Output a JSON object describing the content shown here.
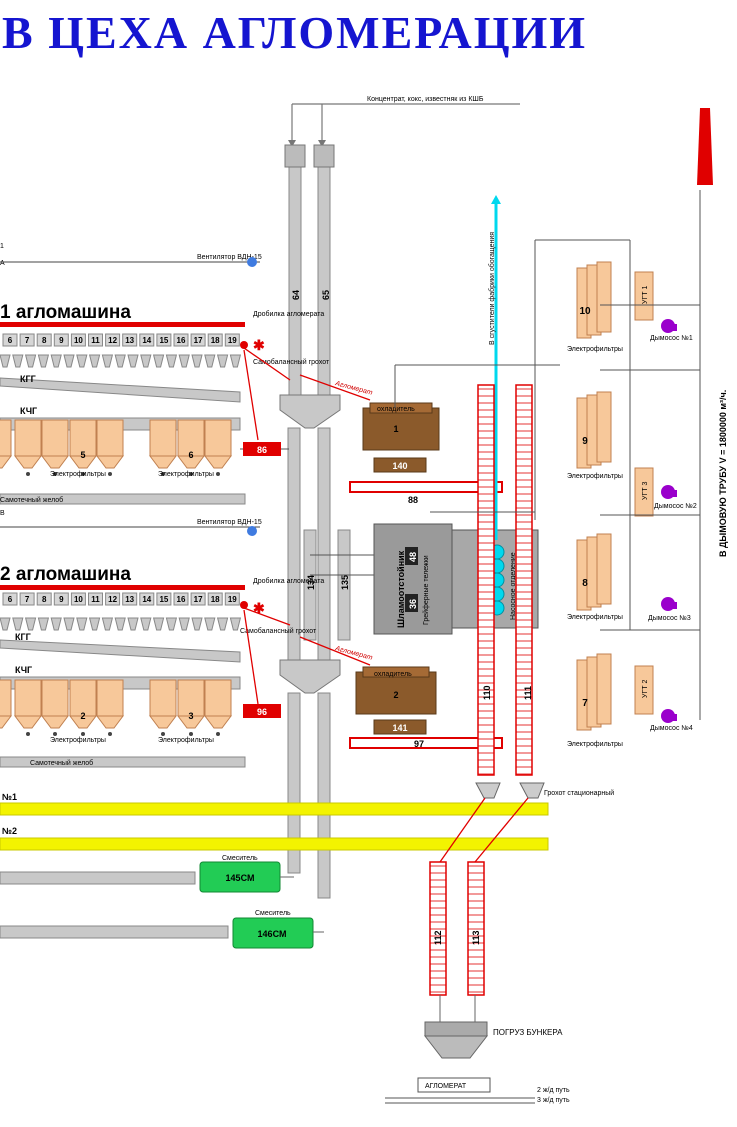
{
  "title": "В ЦЕХА АГЛОМЕРАЦИИ",
  "top_feed_label": "Концентрат, кокс, известняк из КШБ",
  "machines": [
    {
      "title": "1 агломашина",
      "fan": "Вентилятор ВДН-15",
      "crusher": "Дробилка агломерата",
      "screen": "Самобалансный грохот",
      "kgg": "КГГ",
      "kchg": "КЧГ",
      "electrofilters": [
        "Электрофильтры",
        "Электрофильтры"
      ],
      "filter_nums": [
        "5",
        "6"
      ],
      "chute": "Самотечный желоб",
      "drum": "86",
      "slots": [
        "6",
        "7",
        "8",
        "9",
        "10",
        "11",
        "12",
        "13",
        "14",
        "15",
        "16",
        "17",
        "18",
        "19"
      ]
    },
    {
      "title": "2 агломашина",
      "fan": "Вентилятор ВДН-15",
      "crusher": "Дробилка агломерата",
      "screen": "Самобалансный грохот",
      "kgg": "КГГ",
      "kchg": "КЧГ",
      "electrofilters": [
        "Электрофильтры",
        "Электрофильтры"
      ],
      "filter_nums": [
        "2",
        "3"
      ],
      "chute": "Самотечный желоб",
      "drum": "96",
      "slots": [
        "6",
        "7",
        "8",
        "9",
        "10",
        "11",
        "12",
        "13",
        "14",
        "15",
        "16",
        "17",
        "18",
        "19"
      ]
    }
  ],
  "partial_labels": [
    "1",
    "А",
    "В"
  ],
  "agglomerate_label": "Агломерат",
  "coolers": [
    {
      "label": "охладитель",
      "num": "1",
      "drive": "140",
      "conv": "88"
    },
    {
      "label": "охладитель",
      "num": "2",
      "drive": "141",
      "conv": "97"
    }
  ],
  "elevators": {
    "left": "64",
    "right": "65",
    "c134": "134",
    "c135": "135",
    "e110": "110",
    "e111": "111",
    "e112": "112",
    "e113": "113"
  },
  "sludge": {
    "title": "Шламоотстойник",
    "n48": "48",
    "n36": "36",
    "trolleys": "Грейферные тележки",
    "pump": "Насосное отделение",
    "cyan": "В сгустители фабрики обогащения"
  },
  "right_side": {
    "filters": [
      "10",
      "9",
      "8",
      "7"
    ],
    "electrofilters_label": "Электрофильтры",
    "ugt": [
      "УГТ 1",
      "УГТ 3",
      "УГТ 2"
    ],
    "exhausters": [
      "Дымосос №1",
      "Дымосос №2",
      "Дымосос №3",
      "Дымосос №4"
    ],
    "chimney_text": "В ДЫМОВУЮ ТРУБУ     V = 1800000 м³/ч."
  },
  "conveyors": [
    "№1",
    "№2"
  ],
  "grate": "Грохот стационарный",
  "mixers": [
    "Смеситель",
    "145СМ",
    "Смеситель",
    "146СМ"
  ],
  "bunker": "ПОГРУЗ БУНКЕРА",
  "agglomerat": "АГЛОМЕРАТ",
  "rails": [
    "2 ж/д путь",
    "3 ж/д путь"
  ],
  "colors": {
    "title": "#1515d0",
    "red": "#e00000",
    "yellow": "#f3f300",
    "brown": "#8b5a2b",
    "peach": "#f7c89a",
    "cyan": "#00d8ee",
    "green": "#22cc55",
    "gray": "#c8c8c8",
    "purple": "#9a00cc",
    "blue": "#3f7be0"
  }
}
